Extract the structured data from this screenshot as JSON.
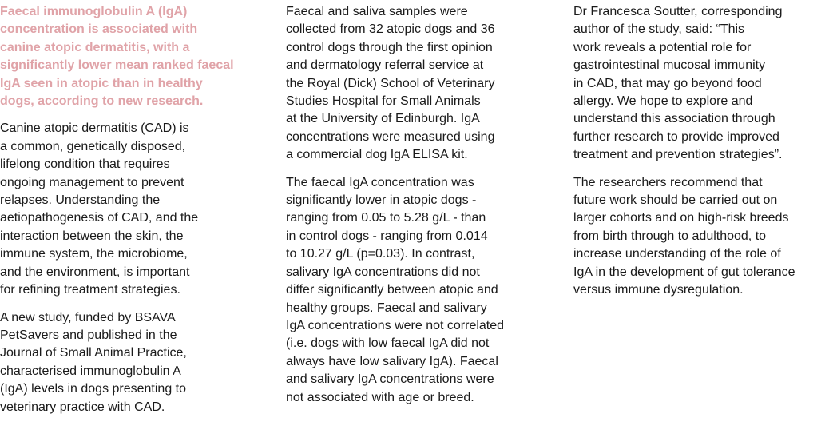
{
  "article": {
    "col1": {
      "lead": "Faecal immunoglobulin A (IgA)\nconcentration is associated with\ncanine atopic dermatitis, with a\nsignificantly lower mean ranked faecal\nIgA seen in atopic than in healthy\ndogs, according to new research.",
      "p1": "Canine atopic dermatitis (CAD) is\na common, genetically disposed,\nlifelong condition that requires\nongoing management to prevent\nrelapses. Understanding the\naetiopathogenesis of CAD, and the\ninteraction between the skin, the\nimmune system, the microbiome,\nand the environment, is important\nfor refining treatment strategies.",
      "p2": "A new study, funded by BSAVA\nPetSavers and published in the\nJournal of Small Animal Practice,\ncharacterised immunoglobulin A\n(IgA) levels in dogs presenting to\nveterinary practice with CAD."
    },
    "col2": {
      "p1": "Faecal and saliva samples were\ncollected from 32 atopic dogs and 36\ncontrol dogs through the first opinion\nand dermatology referral service at\nthe Royal (Dick) School of Veterinary\nStudies Hospital for Small Animals\nat the University of Edinburgh. IgA\nconcentrations were measured using\na commercial dog IgA ELISA kit.",
      "p2": "The faecal IgA concentration was\nsignificantly lower in atopic dogs -\nranging from 0.05 to 5.28 g/L - than\nin control dogs - ranging from 0.014\nto 10.27 g/L (p=0.03). In contrast,\nsalivary IgA concentrations did not\ndiffer significantly between atopic and\nhealthy groups. Faecal and salivary\nIgA concentrations were not correlated\n(i.e. dogs with low faecal IgA did not\nalways have low salivary IgA). Faecal\nand salivary IgA concentrations were\nnot associated with age or breed."
    },
    "col3": {
      "p1": "Dr Francesca Soutter, corresponding\nauthor of the study, said: “This\nwork reveals a potential role for\ngastrointestinal mucosal immunity\nin CAD, that may go beyond food\nallergy. We hope to explore and\nunderstand this association through\nfurther research to provide improved\ntreatment and prevention strategies”.",
      "p2": "The researchers recommend that\nfuture work should be carried out on\nlarger cohorts and on high-risk breeds\nfrom birth through to adulthood, to\nincrease understanding of the role of\nIgA in the development of gut tolerance\nversus immune dysregulation."
    }
  },
  "colors": {
    "lead": "#e0a3a8",
    "body_text": "#1a1a1a",
    "background": "#ffffff"
  }
}
